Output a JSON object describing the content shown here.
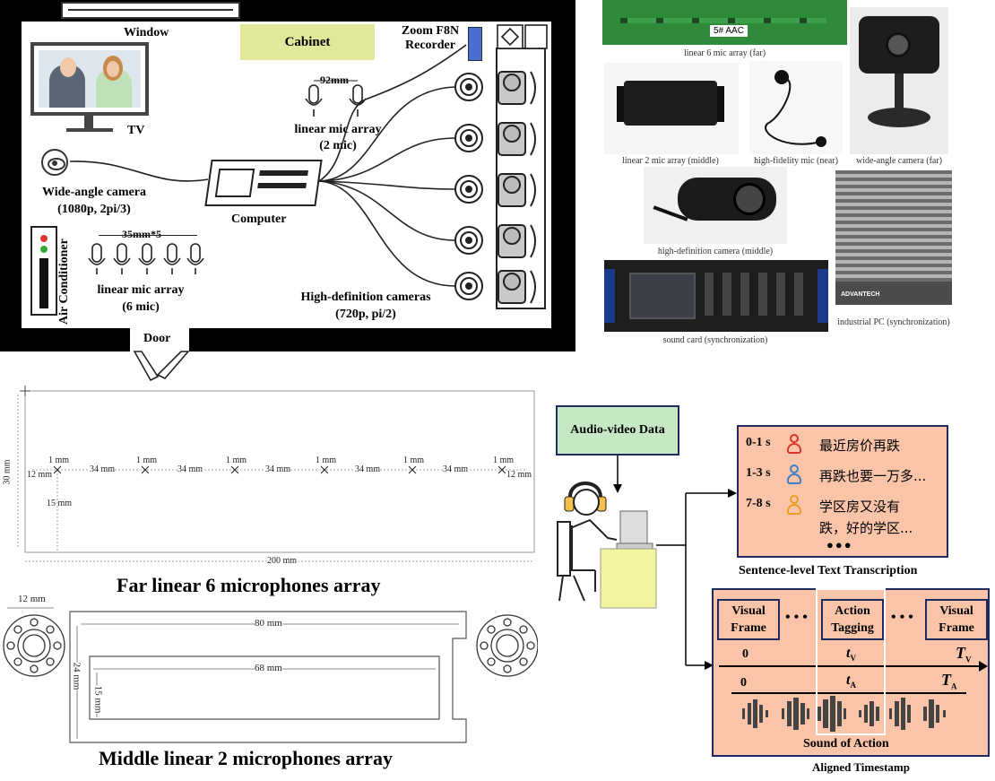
{
  "room": {
    "window": "Window",
    "cabinet": "Cabinet",
    "zoom_recorder": [
      "Zoom F8N",
      "Recorder"
    ],
    "tv": "TV",
    "wide_camera": [
      "Wide-angle camera",
      "(1080p, 2pi/3)"
    ],
    "computer": "Computer",
    "air_conditioner": "Air Conditioner",
    "spacing_6": "35mm*5",
    "mic6": [
      "linear mic array",
      "(6 mic)"
    ],
    "spacing_2": "92mm",
    "mic2": [
      "linear mic array",
      "(2 mic)"
    ],
    "hd_cameras": [
      "High-definition cameras",
      "(720p, pi/2)"
    ],
    "door": "Door"
  },
  "photos": {
    "far6": "linear 6 mic array (far)",
    "board_label": "5# AAC",
    "mid2": "linear 2 mic array (middle)",
    "hifi": "high-fidelity mic (near)",
    "wide": "wide-angle camera (far)",
    "hd": "high-definition camera (middle)",
    "sound": "sound card (synchronization)",
    "pc": "industrial PC (synchronization)",
    "pc_brand": "ADVANTECH"
  },
  "far_array": {
    "caption": "Far linear 6 microphones array",
    "height": "30 mm",
    "edge": "12 mm",
    "offset": "15 mm",
    "hole": "1 mm",
    "gap": "34 mm",
    "width": "200 mm"
  },
  "mid_array": {
    "caption": "Middle linear 2 microphones array",
    "flange": "12 mm",
    "outer": "80 mm",
    "inner": "68 mm",
    "h1": "24 mm",
    "h2": "15 mm"
  },
  "pipeline": {
    "av_data": "Audio-video Data",
    "transcripts": [
      {
        "time": "0-1 s",
        "text": "最近房价再跌",
        "color": "#d9342b"
      },
      {
        "time": "1-3 s",
        "text": "再跌也要一万多...",
        "color": "#3f7fc0"
      },
      {
        "time": "7-8 s",
        "text": [
          "学区房又没有",
          "跌，好的学区..."
        ],
        "color": "#e8a020"
      }
    ],
    "more": "●●●",
    "transcription_label": "Sentence-level Text Transcription",
    "visual_frame": [
      "Visual",
      "Frame"
    ],
    "action_tagging": [
      "Action",
      "Tagging"
    ],
    "dots": "• • •",
    "zero": "0",
    "tv": "t",
    "tv_sub": "V",
    "Tv": "T",
    "Tv_sub": "V",
    "ta": "t",
    "ta_sub": "A",
    "Ta": "T",
    "Ta_sub": "A",
    "sound": "Sound of Action",
    "aligned": "Aligned Timestamp"
  },
  "colors": {
    "salmon": "#f9c4a8",
    "navy": "#1f2a5e",
    "green": "#c7e8c4",
    "yellow_green": "#e4e8a2",
    "cabinet": "#e2e899",
    "person": "#f3f3a0"
  }
}
